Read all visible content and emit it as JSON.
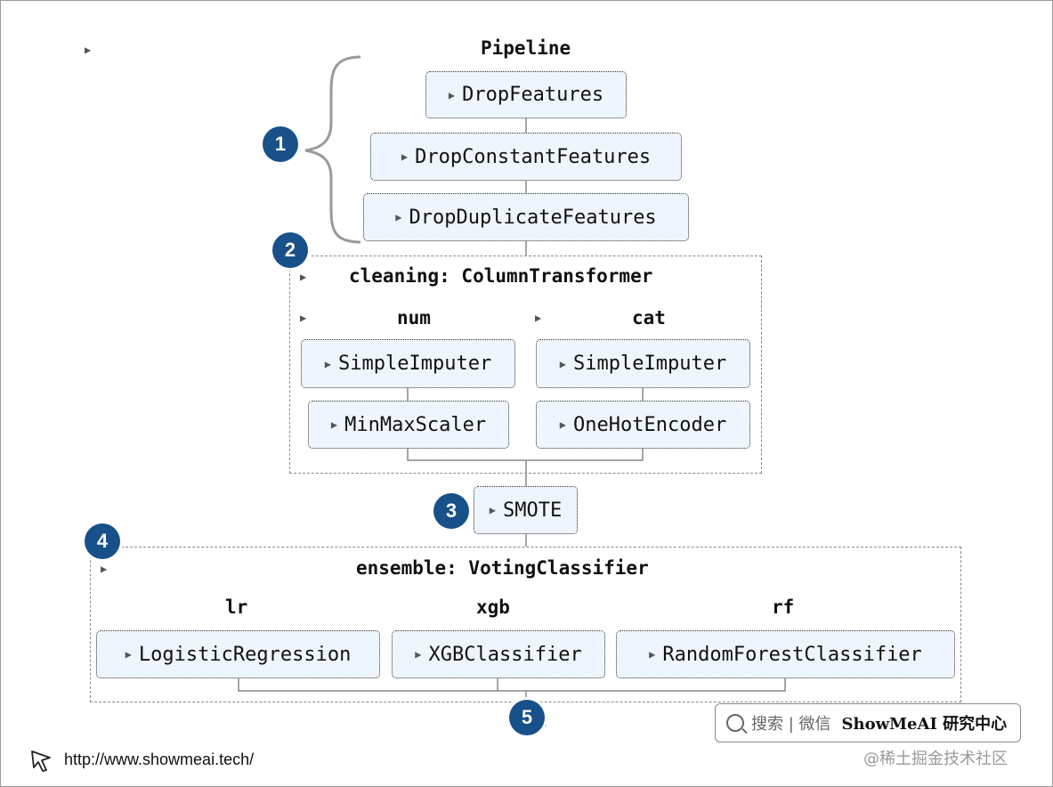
{
  "pipeline": {
    "title": "Pipeline",
    "steps": [
      "DropFeatures",
      "DropConstantFeatures",
      "DropDuplicateFeatures"
    ]
  },
  "cleaning": {
    "title": "cleaning: ColumnTransformer",
    "num": {
      "name": "num",
      "steps": [
        "SimpleImputer",
        "MinMaxScaler"
      ]
    },
    "cat": {
      "name": "cat",
      "steps": [
        "SimpleImputer",
        "OneHotEncoder"
      ]
    }
  },
  "smote": {
    "label": "SMOTE"
  },
  "ensemble": {
    "title": "ensemble: VotingClassifier",
    "estimators": [
      {
        "name": "lr",
        "model": "LogisticRegression"
      },
      {
        "name": "xgb",
        "model": "XGBClassifier"
      },
      {
        "name": "rf",
        "model": "RandomForestClassifier"
      }
    ]
  },
  "badges": [
    "1",
    "2",
    "3",
    "4",
    "5"
  ],
  "glyphs": {
    "triangle": "▶"
  },
  "footer": {
    "url": "http://www.showmeai.tech/",
    "watermark_search": "搜索 | 微信",
    "watermark_brand": "ShowMeAI 研究中心",
    "juejin": "@稀土掘金技术社区"
  },
  "colors": {
    "badge": "#18508a",
    "box_fill": "#eef5fc",
    "border": "#8a8a8a"
  }
}
